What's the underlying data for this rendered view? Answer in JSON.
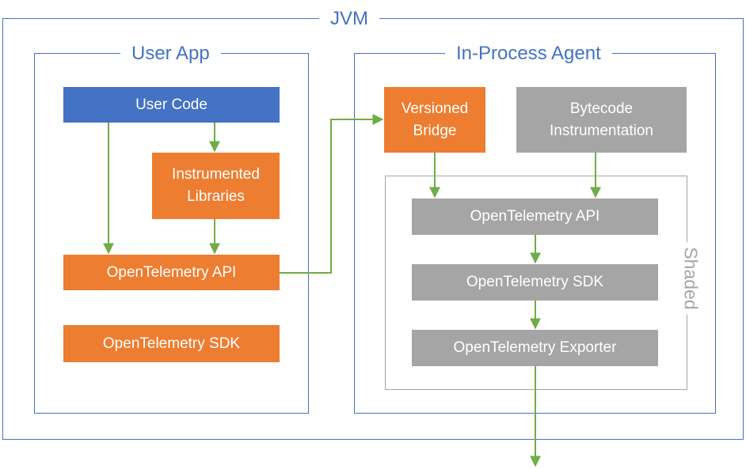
{
  "colors": {
    "frame_blue": "#4472c4",
    "frame_gray": "#a5a5a5",
    "title_blue": "#4472c4",
    "blue": "#4472c4",
    "orange": "#ed7d31",
    "gray": "#a5a5a5",
    "arrow_green": "#70ad47",
    "shaded_text": "#a5a5a5"
  },
  "jvm": {
    "title": "JVM"
  },
  "user_app": {
    "title": "User App",
    "user_code": "User Code",
    "instrumented_libraries": "Instrumented\nLibraries",
    "otel_api": "OpenTelemetry API",
    "otel_sdk": "OpenTelemetry SDK"
  },
  "agent": {
    "title": "In-Process Agent",
    "versioned_bridge": "Versioned\nBridge",
    "bytecode_instrumentation": "Bytecode\nInstrumentation",
    "shaded_label": "Shaded",
    "otel_api": "OpenTelemetry API",
    "otel_sdk": "OpenTelemetry SDK",
    "otel_exporter": "OpenTelemetry Exporter"
  }
}
